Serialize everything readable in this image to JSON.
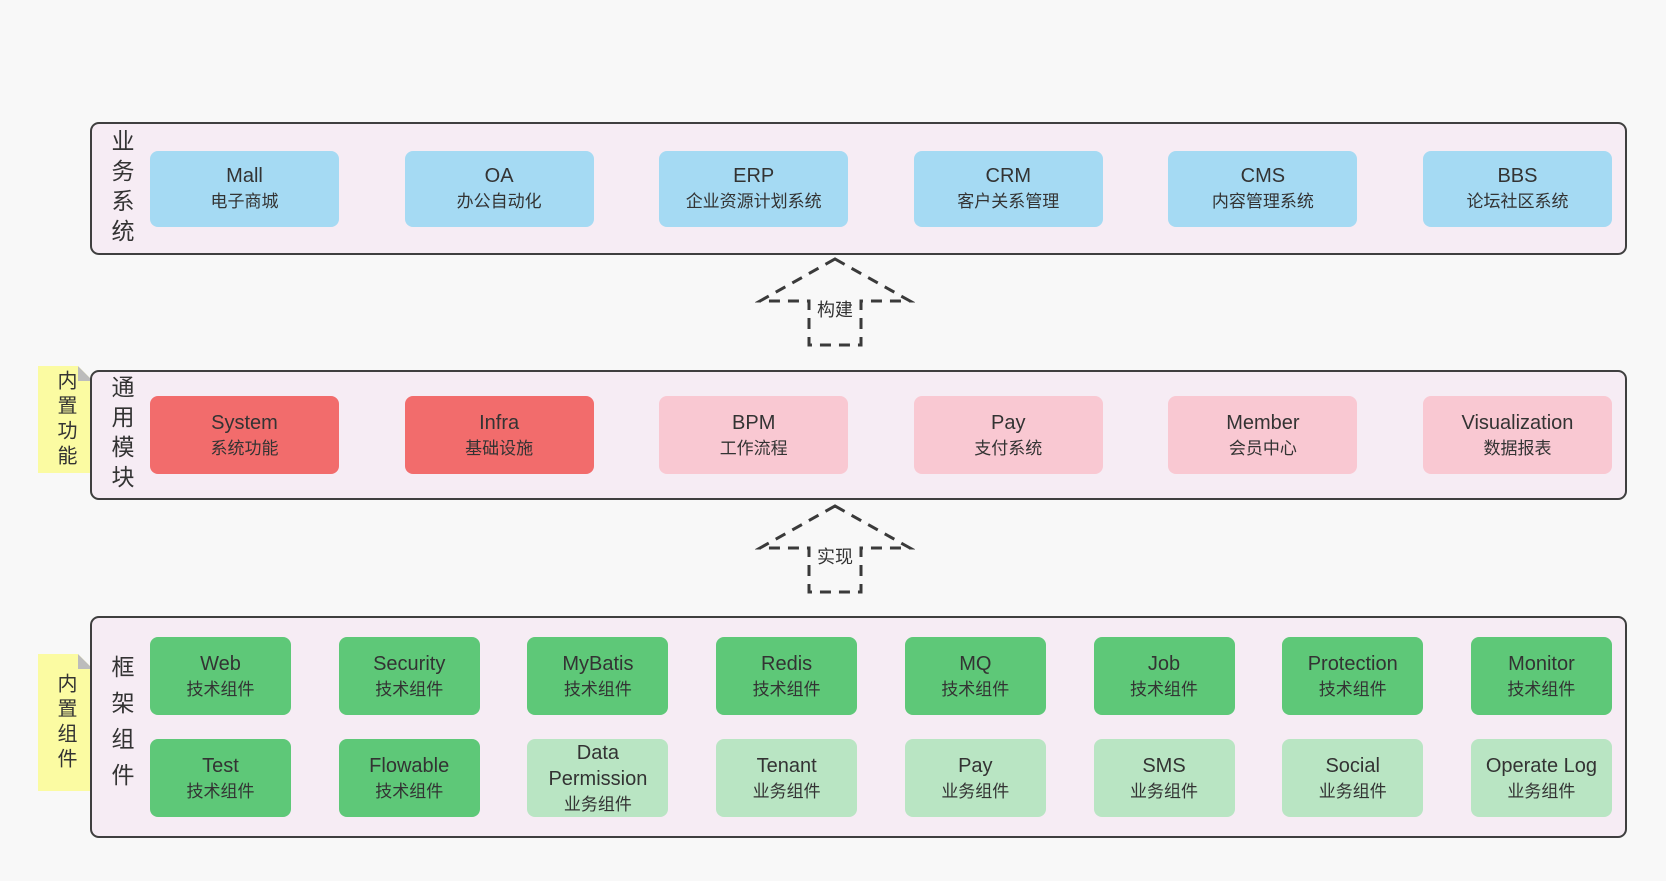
{
  "colors": {
    "page_bg": "#f8f8f8",
    "band_bg": "#f6ecf4",
    "band_border": "#3f3f3f",
    "sticky_bg": "#fbfba2",
    "sticky_fold": "#bcbcbc",
    "text": "#333333",
    "arrow": "#3a3a3a"
  },
  "box_colors": {
    "blue": "#a5daf3",
    "red": "#f26c6c",
    "pink": "#f9c8d2",
    "green": "#5ec878",
    "lightgreen": "#b9e5c3"
  },
  "arrows": [
    {
      "label": "构建"
    },
    {
      "label": "实现"
    }
  ],
  "sections": [
    {
      "id": "business-systems",
      "side_label": "业务系统",
      "sticky": null,
      "rows": [
        [
          {
            "name": "Mall",
            "desc": "电子商城",
            "color": "blue"
          },
          {
            "name": "OA",
            "desc": "办公自动化",
            "color": "blue"
          },
          {
            "name": "ERP",
            "desc": "企业资源计划系统",
            "color": "blue"
          },
          {
            "name": "CRM",
            "desc": "客户关系管理",
            "color": "blue"
          },
          {
            "name": "CMS",
            "desc": "内容管理系统",
            "color": "blue"
          },
          {
            "name": "BBS",
            "desc": "论坛社区系统",
            "color": "blue"
          }
        ]
      ]
    },
    {
      "id": "common-modules",
      "side_label": "通用模块",
      "sticky": "内置功能",
      "rows": [
        [
          {
            "name": "System",
            "desc": "系统功能",
            "color": "red"
          },
          {
            "name": "Infra",
            "desc": "基础设施",
            "color": "red"
          },
          {
            "name": "BPM",
            "desc": "工作流程",
            "color": "pink"
          },
          {
            "name": "Pay",
            "desc": "支付系统",
            "color": "pink"
          },
          {
            "name": "Member",
            "desc": "会员中心",
            "color": "pink"
          },
          {
            "name": "Visualization",
            "desc": "数据报表",
            "color": "pink"
          }
        ]
      ]
    },
    {
      "id": "framework-components",
      "side_label": "框架组件",
      "sticky": "内置组件",
      "rows": [
        [
          {
            "name": "Web",
            "desc": "技术组件",
            "color": "green"
          },
          {
            "name": "Security",
            "desc": "技术组件",
            "color": "green"
          },
          {
            "name": "MyBatis",
            "desc": "技术组件",
            "color": "green"
          },
          {
            "name": "Redis",
            "desc": "技术组件",
            "color": "green"
          },
          {
            "name": "MQ",
            "desc": "技术组件",
            "color": "green"
          },
          {
            "name": "Job",
            "desc": "技术组件",
            "color": "green"
          },
          {
            "name": "Protection",
            "desc": "技术组件",
            "color": "green"
          },
          {
            "name": "Monitor",
            "desc": "技术组件",
            "color": "green"
          }
        ],
        [
          {
            "name": "Test",
            "desc": "技术组件",
            "color": "green"
          },
          {
            "name": "Flowable",
            "desc": "技术组件",
            "color": "green"
          },
          {
            "name": "Data Permission",
            "desc": "业务组件",
            "color": "lightgreen"
          },
          {
            "name": "Tenant",
            "desc": "业务组件",
            "color": "lightgreen"
          },
          {
            "name": "Pay",
            "desc": "业务组件",
            "color": "lightgreen"
          },
          {
            "name": "SMS",
            "desc": "业务组件",
            "color": "lightgreen"
          },
          {
            "name": "Social",
            "desc": "业务组件",
            "color": "lightgreen"
          },
          {
            "name": "Operate Log",
            "desc": "业务组件",
            "color": "lightgreen"
          }
        ]
      ]
    }
  ]
}
